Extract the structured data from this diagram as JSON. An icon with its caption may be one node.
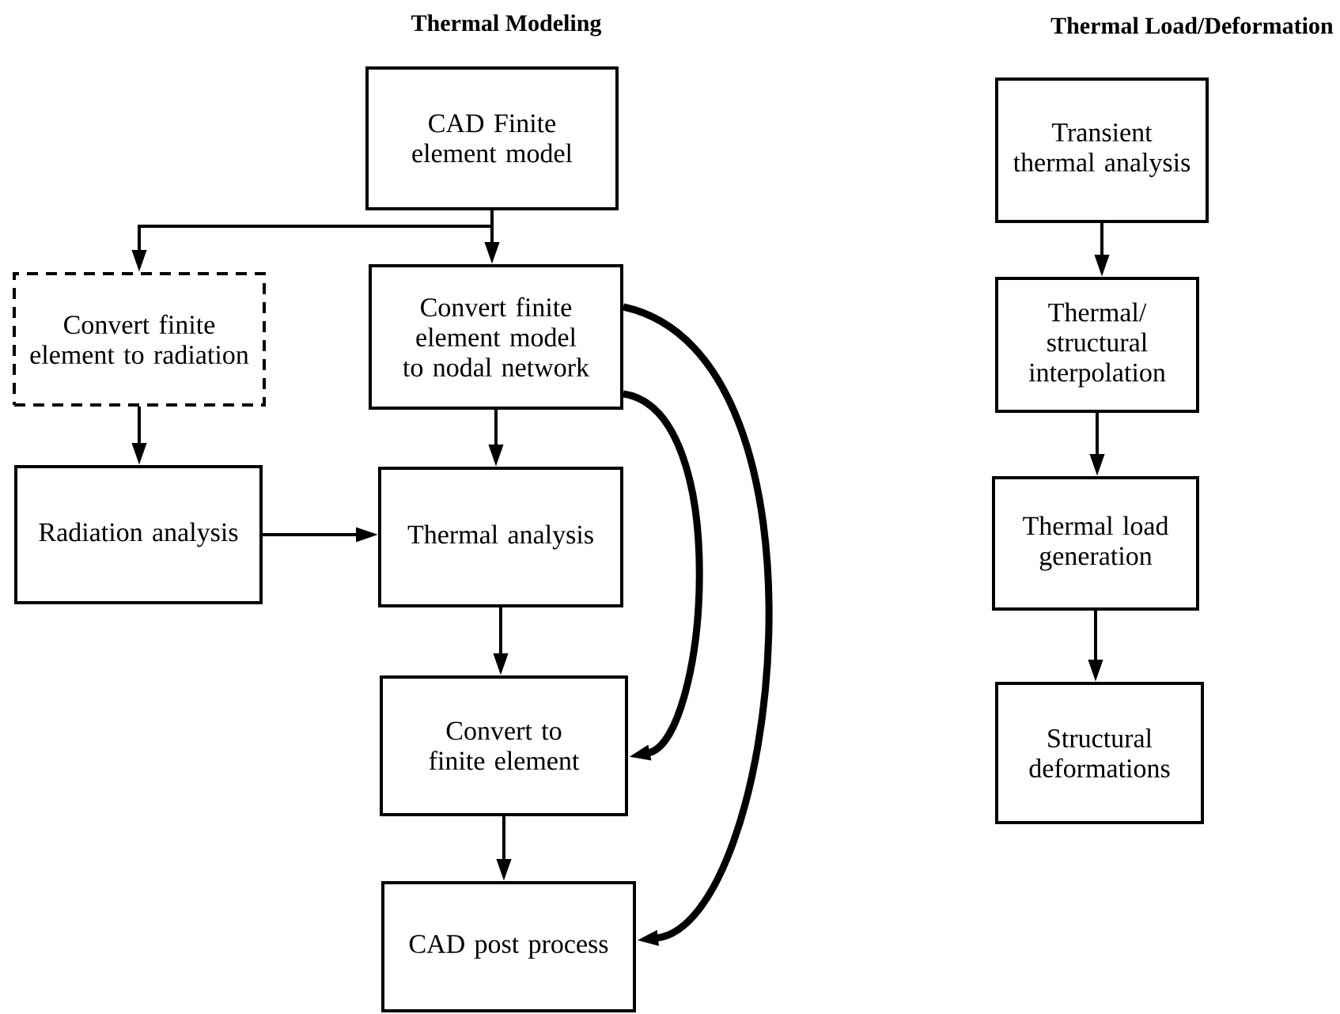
{
  "diagram": {
    "nodes": [
      {
        "text": [
          "CAD Finite element model"
        ]
      },
      {
        "text": [
          "Convert finite element to radiation"
        ]
      },
      {
        "text": [
          "Convert finite element model to nodal network"
        ]
      },
      {
        "text": [
          "Radiation analysis"
        ]
      },
      {
        "text": [
          "Thermal analysis"
        ]
      },
      {
        "text": [
          "Convert to finite element"
        ]
      },
      {
        "text": [
          "CAD post process"
        ]
      },
      {
        "text": [
          "Transient thermal analysis"
        ]
      },
      {
        "text": [
          "Thermal/ structural interpolation"
        ]
      },
      {
        "text": [
          "Thermal load generation"
        ]
      },
      {
        "text": [
          "Structural deformations"
        ]
      }
    ],
    "edges": [
      {
        "from": 0,
        "to": 1,
        "arrow": "to"
      },
      {
        "from": 0,
        "to": 2,
        "arrow": "to"
      },
      {
        "from": 1,
        "to": 3,
        "arrow": "to"
      },
      {
        "from": 3,
        "to": 4,
        "arrow": "to"
      },
      {
        "from": 2,
        "to": 4,
        "arrow": "to"
      },
      {
        "from": 4,
        "to": 5,
        "arrow": "to"
      },
      {
        "from": 5,
        "to": 6,
        "arrow": "to"
      },
      {
        "from": 2,
        "to": 5,
        "arrow": "to",
        "style": "thick"
      },
      {
        "from": 2,
        "to": 6,
        "arrow": "to",
        "style": "thick"
      },
      {
        "from": 7,
        "to": 8,
        "arrow": "to"
      },
      {
        "from": 8,
        "to": 9,
        "arrow": "to"
      },
      {
        "from": 9,
        "to": 10,
        "arrow": "to"
      }
    ],
    "labels": [
      "Thermal Modeling",
      "Thermal Load/Deformation"
    ]
  }
}
